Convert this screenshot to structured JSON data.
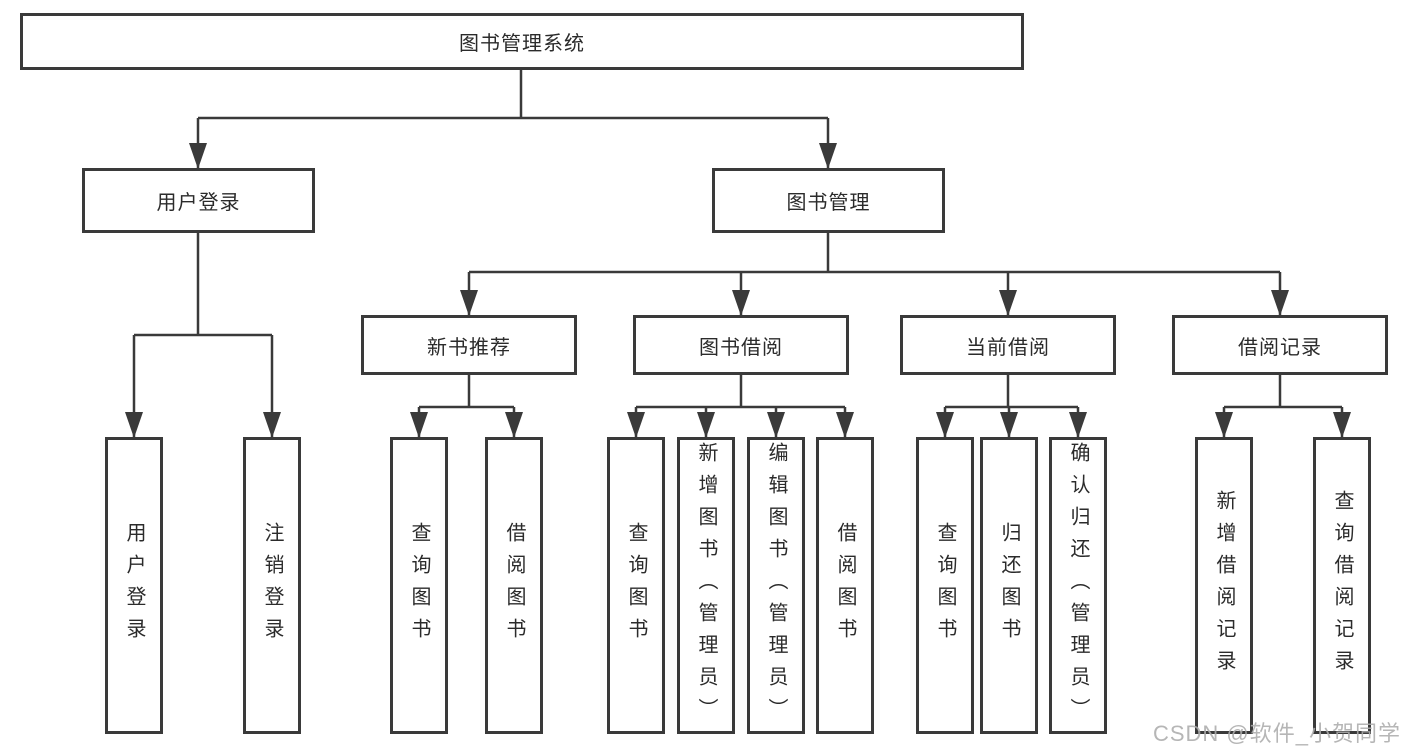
{
  "diagram_title": "图书管理系统",
  "colors": {
    "line": "#3a3a3a",
    "border": "#3a3a3a",
    "text": "#2b2b2b",
    "watermark": "#acacac",
    "background": "#ffffff"
  },
  "tree": {
    "root": {
      "label": "图书管理系统"
    },
    "level2": [
      {
        "label": "用户登录"
      },
      {
        "label": "图书管理"
      }
    ],
    "level3": [
      {
        "label": "新书推荐"
      },
      {
        "label": "图书借阅"
      },
      {
        "label": "当前借阅"
      },
      {
        "label": "借阅记录"
      }
    ],
    "leaves": {
      "user_login": [
        {
          "label": "用户登录"
        },
        {
          "label": "注销登录"
        }
      ],
      "new_book": [
        {
          "label": "查询图书"
        },
        {
          "label": "借阅图书"
        }
      ],
      "book_borrow": [
        {
          "label": "查询图书"
        },
        {
          "label": "新增图书（管理员）"
        },
        {
          "label": "编辑图书（管理员）"
        },
        {
          "label": "借阅图书"
        }
      ],
      "current_borrow": [
        {
          "label": "查询图书"
        },
        {
          "label": "归还图书"
        },
        {
          "label": "确认归还（管理员）"
        }
      ],
      "borrow_records": [
        {
          "label": "新增借阅记录"
        },
        {
          "label": "查询借阅记录"
        }
      ]
    }
  },
  "watermark": "CSDN @软件_小贺同学"
}
